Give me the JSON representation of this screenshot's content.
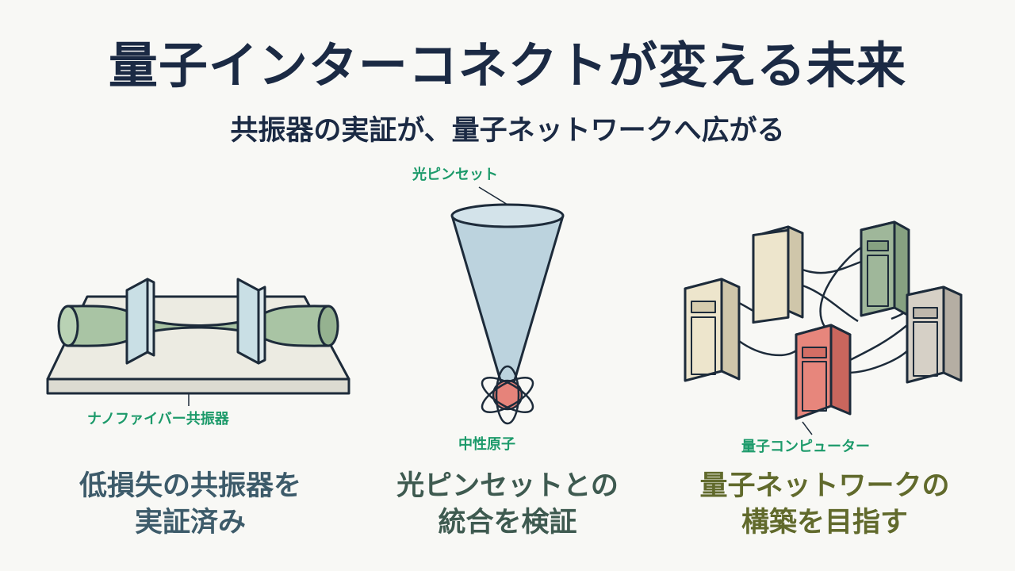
{
  "header": {
    "title": "量子インターコネクトが変える未来",
    "subtitle": "共振器の実証が、量子ネットワークへ広がる"
  },
  "panels": [
    {
      "id": "resonator",
      "label": "ナノファイバー共振器",
      "caption_line1": "低損失の共振器を",
      "caption_line2": "実証済み",
      "caption_color": "#3d5b6a"
    },
    {
      "id": "tweezer",
      "label_top": "光ピンセット",
      "label_bottom": "中性原子",
      "caption_line1": "光ピンセットとの",
      "caption_line2": "統合を検証",
      "caption_color": "#3e5a50"
    },
    {
      "id": "network",
      "label": "量子コンピューター",
      "caption_line1": "量子ネットワークの",
      "caption_line2": "構築を目指す",
      "caption_color": "#616a2c"
    }
  ],
  "colors": {
    "label_green": "#1c9a6a",
    "title_navy": "#1b2a44",
    "fiber_green": "#a9c4a4",
    "cone_blue": "#bcd3de",
    "atom_red": "#e6837a",
    "server_cream": "#ede5cc",
    "server_green": "#9fb79a",
    "server_gray": "#d6d0c6",
    "server_red": "#e7867c"
  }
}
